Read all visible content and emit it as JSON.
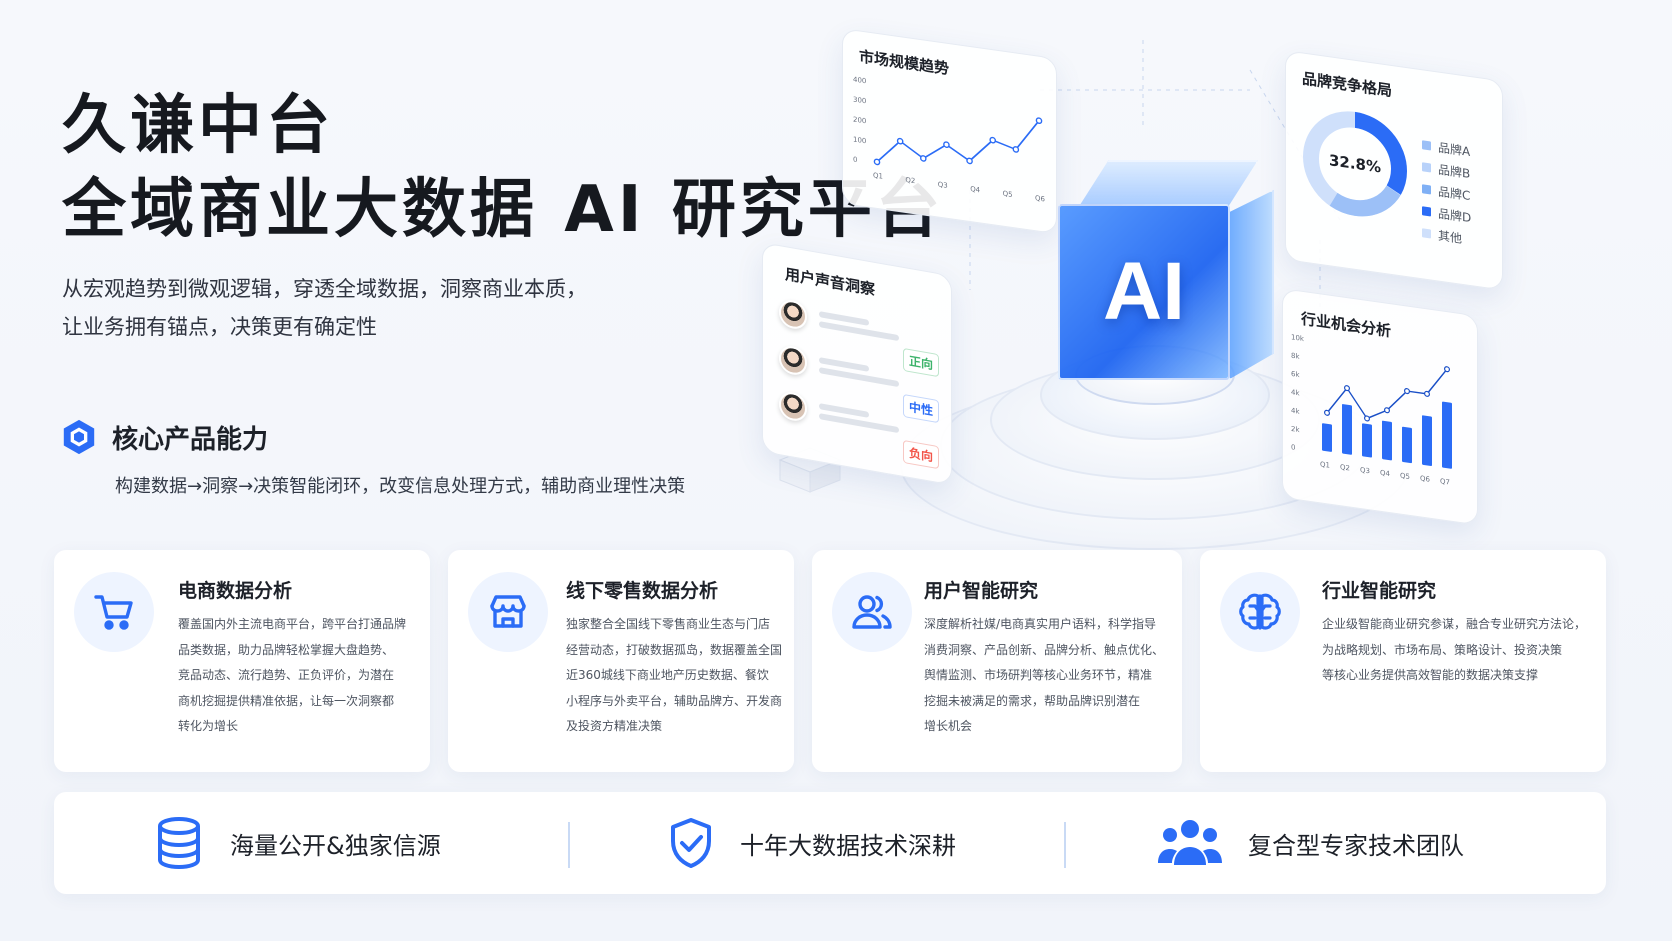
{
  "hero": {
    "title_line1": "久谦中台",
    "title_line2": "全域商业大数据 AI 研究平台",
    "subtitle_line1": "从宏观趋势到微观逻辑，穿透全域数据，洞察商业本质，",
    "subtitle_line2": "让业务拥有锚点，决策更有确定性"
  },
  "core": {
    "title": "核心产品能力",
    "desc": "构建数据→洞察→决策智能闭环，改变信息处理方式，辅助商业理性决策"
  },
  "illustration": {
    "cube_label": "AI",
    "market_panel": {
      "title": "市场规模趋势",
      "chart_data": {
        "type": "line",
        "x": [
          "Q1",
          "Q2",
          "Q3",
          "Q4",
          "Q5",
          "Q6"
        ],
        "values": [
          0,
          120,
          50,
          135,
          70,
          190,
          160,
          320
        ],
        "yticks": [
          "400",
          "300",
          "200",
          "100",
          "0"
        ],
        "ylim": [
          0,
          400
        ]
      }
    },
    "brand_panel": {
      "title": "品牌竞争格局",
      "center_label": "32.8%",
      "chart_data": {
        "type": "pie",
        "value": 32.8
      },
      "legend": [
        "品牌A",
        "品牌B",
        "品牌C",
        "品牌D",
        "其他"
      ]
    },
    "voice_panel": {
      "title": "用户声音洞察",
      "tags": [
        "正向",
        "中性",
        "负向"
      ]
    },
    "industry_panel": {
      "title": "行业机会分析",
      "chart_data": {
        "type": "bar",
        "categories": [
          "Q1",
          "Q2",
          "Q3",
          "Q4",
          "Q5",
          "Q6",
          "Q7"
        ],
        "bars": [
          2.5,
          4.5,
          3.0,
          3.5,
          3.2,
          4.5,
          6.0
        ],
        "line": [
          3.5,
          6.0,
          3.5,
          4.5,
          6.5,
          6.5,
          9.0
        ],
        "yticks": [
          "10k",
          "8k",
          "6k",
          "4k",
          "4k",
          "2k",
          "0"
        ]
      }
    }
  },
  "cards": [
    {
      "title": "电商数据分析",
      "icon": "cart-icon",
      "lines": [
        "覆盖国内外主流电商平台，跨平台打通品牌",
        "品类数据，助力品牌轻松掌握大盘趋势、",
        "竞品动态、流行趋势、正负评价，为潜在",
        "商机挖掘提供精准依据，让每一次洞察都",
        "转化为增长"
      ]
    },
    {
      "title": "线下零售数据分析",
      "icon": "store-icon",
      "lines": [
        "独家整合全国线下零售商业生态与门店",
        "经营动态，打破数据孤岛，数据覆盖全国",
        "近360城线下商业地产历史数据、餐饮",
        "小程序与外卖平台，辅助品牌方、开发商",
        "及投资方精准决策"
      ]
    },
    {
      "title": "用户智能研究",
      "icon": "users-icon",
      "lines": [
        "深度解析社媒/电商真实用户语料，科学指导",
        "消费洞察、产品创新、品牌分析、触点优化、",
        "舆情监测、市场研判等核心业务环节，精准",
        "挖掘未被满足的需求，帮助品牌识别潜在",
        "增长机会"
      ]
    },
    {
      "title": "行业智能研究",
      "icon": "brain-icon",
      "lines": [
        "企业级智能商业研究参谋，融合专业研究方法论，",
        "为战略规划、市场布局、策略设计、投资决策",
        "等核心业务提供高效智能的数据决策支撑"
      ]
    }
  ],
  "strip": [
    {
      "label": "海量公开&独家信源",
      "icon": "database-icon"
    },
    {
      "label": "十年大数据技术深耕",
      "icon": "shield-check-icon"
    },
    {
      "label": "复合型专家技术团队",
      "icon": "team-icon"
    }
  ],
  "colors": {
    "primary": "#2b6cf6",
    "positive": "#3db36b",
    "neutral": "#2b6cf6",
    "negative": "#f2554a"
  }
}
